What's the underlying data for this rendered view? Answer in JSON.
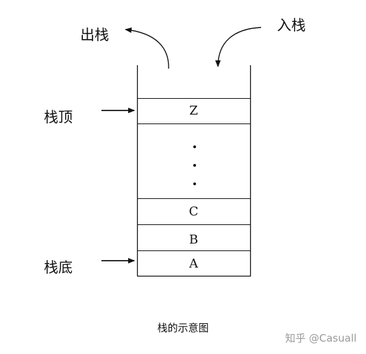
{
  "labels": {
    "pop": "出栈",
    "push": "入栈",
    "top": "栈顶",
    "bottom": "栈底"
  },
  "stack": {
    "cells": [
      "Z",
      "C",
      "B",
      "A"
    ],
    "ellipsis": "..."
  },
  "caption": "栈的示意图",
  "watermark": "知乎 @Casuall"
}
